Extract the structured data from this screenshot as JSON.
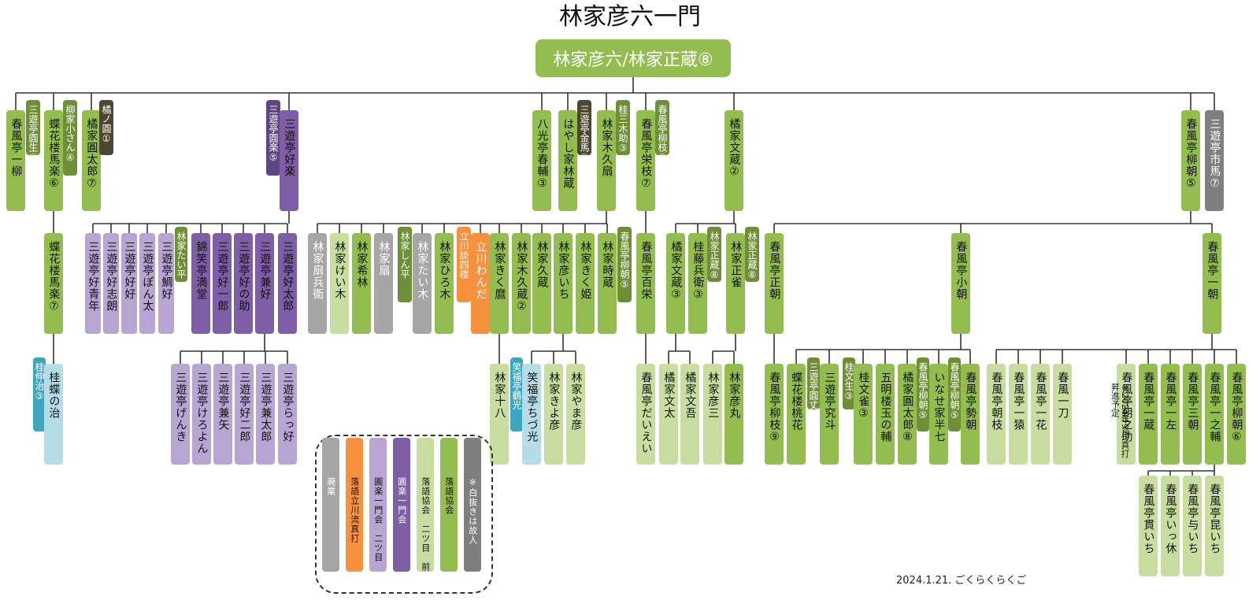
{
  "title": "林家彦六一門",
  "root": "林家彦六/林家正蔵⑧",
  "date": "2024.1.21. ごくらくらくご",
  "note": "※2024年9月 真打昇進予定",
  "colors": {
    "disc": "#a6a6a6",
    "tatekawa": "#f8913e",
    "en1_zenza": "#b9a5d3",
    "en1": "#7e5ea6",
    "rk_zenza": "#c7dea0",
    "rk": "#93bd4f",
    "dead": "#7f7f7f",
    "rk_dead": "#6e8f35",
    "dark_dead": "#4b4730",
    "enraku_dead": "#5d4682",
    "teal": "#3da6bf",
    "teal_light": "#b5dde8",
    "line": "#333333"
  },
  "legend": [
    {
      "label": "廃業",
      "color": "disc"
    },
    {
      "label": "落語立川流真打",
      "color": "tatekawa"
    },
    {
      "label": "圓楽一門会　二ツ目　前座",
      "color": "en1_zenza"
    },
    {
      "label": "圓楽一門会",
      "color": "en1"
    },
    {
      "label": "落語協会　二ツ目　前座",
      "color": "rk_zenza"
    },
    {
      "label": "落語協会",
      "color": "rk"
    },
    {
      "label": "※白抜きは故人",
      "color": "dead"
    }
  ],
  "nodes": [
    {
      "id": "ichiryu",
      "label": "春風亭一柳",
      "color": "rk"
    },
    {
      "id": "enshou",
      "label": "三遊亭圓生⑥",
      "color": "rk_dead",
      "tag": true
    },
    {
      "id": "barakusan",
      "label": "蝶花楼馬楽⑥",
      "color": "rk"
    },
    {
      "id": "kosan",
      "label": "柳家小さん④",
      "color": "rk_dead",
      "tag": true
    },
    {
      "id": "entarou",
      "label": "橘家圓太郎⑦",
      "color": "rk"
    },
    {
      "id": "tachinoen",
      "label": "橘ノ圓①",
      "color": "dark_dead",
      "tag": true
    },
    {
      "id": "enraku5",
      "label": "三遊亭圓楽⑤",
      "color": "enraku_dead",
      "tag": true
    },
    {
      "id": "kouraku",
      "label": "三遊亭好楽",
      "color": "en1"
    },
    {
      "id": "harusuke",
      "label": "八光亭春輔③",
      "color": "rk"
    },
    {
      "id": "rinzou",
      "label": "はやし家林蔵",
      "color": "rk"
    },
    {
      "id": "kinba",
      "label": "三遊亭金馬③",
      "color": "dark_dead",
      "tag": true
    },
    {
      "id": "kikuou",
      "label": "林家木久扇",
      "color": "rk"
    },
    {
      "id": "kisuke",
      "label": "桂三木助③",
      "color": "rk_dead",
      "tag": true
    },
    {
      "id": "eishi",
      "label": "春風亭栄枝⑦",
      "color": "rk"
    },
    {
      "id": "ryuushi8",
      "label": "春風亭柳枝⑧",
      "color": "rk_dead",
      "tag": true
    },
    {
      "id": "bunzou2",
      "label": "橘家文蔵②",
      "color": "rk"
    },
    {
      "id": "ryuuchou",
      "label": "春風亭柳朝⑤",
      "color": "rk"
    },
    {
      "id": "ichiba",
      "label": "三遊亭市馬⑦",
      "color": "dead"
    },
    {
      "id": "baraku7",
      "label": "蝶花楼馬楽⑦",
      "color": "rk"
    },
    {
      "id": "seinen",
      "label": "三遊亭好青年",
      "color": "en1_zenza"
    },
    {
      "id": "shirou",
      "label": "三遊亭好志朗",
      "color": "en1_zenza"
    },
    {
      "id": "koukou",
      "label": "三遊亭好好",
      "color": "en1_zenza"
    },
    {
      "id": "ponta",
      "label": "三遊亭ぽん太",
      "color": "en1_zenza"
    },
    {
      "id": "taikou",
      "label": "三遊亭鯛好",
      "color": "en1_zenza"
    },
    {
      "id": "taihei",
      "label": "林家たい平",
      "color": "rk_dead",
      "tag": true
    },
    {
      "id": "mantou",
      "label": "錦笑亭満堂",
      "color": "en1"
    },
    {
      "id": "ichirou",
      "label": "三遊亭好一郎",
      "color": "en1"
    },
    {
      "id": "konosuke",
      "label": "三遊亭好の助",
      "color": "en1"
    },
    {
      "id": "kenkou",
      "label": "三遊亭兼好",
      "color": "en1"
    },
    {
      "id": "kotarou",
      "label": "三遊亭好太郎",
      "color": "en1"
    },
    {
      "id": "senbee",
      "label": "林家扇兵衛",
      "color": "disc"
    },
    {
      "id": "keiboku",
      "label": "林家けい木",
      "color": "rk_zenza"
    },
    {
      "id": "kirin",
      "label": "林家希林",
      "color": "rk"
    },
    {
      "id": "sen",
      "label": "林家扇",
      "color": "disc"
    },
    {
      "id": "shinpei",
      "label": "林家しん平",
      "color": "rk_dead",
      "tag": true
    },
    {
      "id": "taiboku",
      "label": "林家たい木",
      "color": "disc"
    },
    {
      "id": "hiroki",
      "label": "林家ひろ木",
      "color": "rk"
    },
    {
      "id": "danshirou",
      "label": "立川談四楼",
      "color": "tatekawa",
      "tag": true
    },
    {
      "id": "wanda",
      "label": "立川わんだ",
      "color": "tatekawa"
    },
    {
      "id": "kikuma",
      "label": "林家きく麿",
      "color": "rk"
    },
    {
      "id": "kikuzou2",
      "label": "林家木久蔵②",
      "color": "rk"
    },
    {
      "id": "kyuuzou",
      "label": "林家久蔵",
      "color": "rk"
    },
    {
      "id": "hikoichi",
      "label": "林家彦いち",
      "color": "rk"
    },
    {
      "id": "kikuhime",
      "label": "林家きく姫",
      "color": "rk"
    },
    {
      "id": "tokizou",
      "label": "林家時蔵",
      "color": "rk"
    },
    {
      "id": "ryuuchou5b",
      "label": "春風亭柳朝⑤",
      "color": "rk_dead",
      "tag": true
    },
    {
      "id": "hyakuei",
      "label": "春風亭百栄",
      "color": "rk"
    },
    {
      "id": "bunzou3",
      "label": "橘家文蔵③",
      "color": "rk"
    },
    {
      "id": "hyoue",
      "label": "桂藤兵衛③",
      "color": "rk"
    },
    {
      "id": "shouzou8a",
      "label": "林家正蔵⑧",
      "color": "rk_dead",
      "tag": true
    },
    {
      "id": "shoujaku",
      "label": "林家正雀",
      "color": "rk"
    },
    {
      "id": "shouzou8b",
      "label": "林家正蔵⑧",
      "color": "rk_dead",
      "tag": true
    },
    {
      "id": "shouchou",
      "label": "春風亭正朝",
      "color": "rk"
    },
    {
      "id": "koasa",
      "label": "春風亭小朝",
      "color": "rk"
    },
    {
      "id": "ichiasa",
      "label": "春風亭一朝",
      "color": "rk"
    },
    {
      "id": "nobuji",
      "label": "桂伸治③",
      "color": "teal",
      "tag": true
    },
    {
      "id": "chouji",
      "label": "桂蝶の治",
      "color": "teal_light"
    },
    {
      "id": "genki",
      "label": "三遊亭げんき",
      "color": "en1_zenza"
    },
    {
      "id": "keroyon",
      "label": "三遊亭けろよん",
      "color": "en1_zenza"
    },
    {
      "id": "kenya",
      "label": "三遊亭兼矢",
      "color": "en1_zenza"
    },
    {
      "id": "kojirou",
      "label": "三遊亭好二郎",
      "color": "en1_zenza"
    },
    {
      "id": "kentarou",
      "label": "三遊亭兼太郎",
      "color": "en1_zenza"
    },
    {
      "id": "rakkou",
      "label": "三遊亭らっ好",
      "color": "en1_zenza"
    },
    {
      "id": "juuhachi",
      "label": "林家十八",
      "color": "rk_zenza"
    },
    {
      "id": "kakukou",
      "label": "笑福亭鶴光",
      "color": "teal",
      "tag": true
    },
    {
      "id": "chiruko",
      "label": "笑福亭ちづ光",
      "color": "teal_light"
    },
    {
      "id": "kiyohiko",
      "label": "林家きよ彦",
      "color": "rk_zenza"
    },
    {
      "id": "yamahiko",
      "label": "林家やま彦",
      "color": "rk_zenza"
    },
    {
      "id": "daiei",
      "label": "春風亭だいえい",
      "color": "rk_zenza"
    },
    {
      "id": "bunta",
      "label": "橘家文太",
      "color": "rk_zenza"
    },
    {
      "id": "bungo",
      "label": "橘家文吾",
      "color": "rk_zenza"
    },
    {
      "id": "hikozou",
      "label": "林家彦三",
      "color": "rk_zenza"
    },
    {
      "id": "hikomaru",
      "label": "林家彦丸",
      "color": "rk"
    },
    {
      "id": "ryuushi9",
      "label": "春風亭柳枝⑨",
      "color": "rk"
    },
    {
      "id": "momohana",
      "label": "蝶花楼桃花",
      "color": "rk"
    },
    {
      "id": "enjou",
      "label": "三遊亭圓丈",
      "color": "rk_dead",
      "tag": true
    },
    {
      "id": "kyuuto",
      "label": "三遊亭究斗",
      "color": "rk"
    },
    {
      "id": "bunshou3",
      "label": "桂文生③",
      "color": "rk_dead",
      "tag": true
    },
    {
      "id": "bunjaku3",
      "label": "桂文雀③",
      "color": "rk"
    },
    {
      "id": "gyokunosuke",
      "label": "五明楼玉の輔",
      "color": "rk"
    },
    {
      "id": "entarou8",
      "label": "橘家圓太郎⑧",
      "color": "rk"
    },
    {
      "id": "ryuuchou5c",
      "label": "春風亭柳朝⑤",
      "color": "rk_dead",
      "tag": true
    },
    {
      "id": "hanshichi",
      "label": "いなせ家半七",
      "color": "rk"
    },
    {
      "id": "ryuuchou5d",
      "label": "春風亭柳朝⑤",
      "color": "rk_dead",
      "tag": true
    },
    {
      "id": "seichou",
      "label": "春風亭勢朝",
      "color": "rk"
    },
    {
      "id": "choushi",
      "label": "春風亭朝枝",
      "color": "rk_zenza"
    },
    {
      "id": "ichien",
      "label": "春風亭一猿",
      "color": "rk_zenza"
    },
    {
      "id": "ikka",
      "label": "春風亭一花",
      "color": "rk_zenza"
    },
    {
      "id": "ittou",
      "label": "春風一刀",
      "color": "rk_zenza"
    },
    {
      "id": "asanosuke",
      "label": "春風亭朝之助",
      "color": "rk_zenza"
    },
    {
      "id": "ichizou",
      "label": "春風亭一蔵",
      "color": "rk"
    },
    {
      "id": "ichisa",
      "label": "春風亭一左",
      "color": "rk"
    },
    {
      "id": "sanchou",
      "label": "春風亭三朝",
      "color": "rk"
    },
    {
      "id": "ichinosuke",
      "label": "春風亭一之輔",
      "color": "rk"
    },
    {
      "id": "ryuuchou6",
      "label": "春風亭柳朝⑥",
      "color": "rk"
    },
    {
      "id": "kaniichi",
      "label": "春風亭貫いち",
      "color": "rk_zenza"
    },
    {
      "id": "ikkyuu",
      "label": "春風亭いっ休",
      "color": "rk_zenza"
    },
    {
      "id": "yoichi",
      "label": "春風亭与いち",
      "color": "rk_zenza"
    },
    {
      "id": "biwaichi",
      "label": "春風亭昆いち",
      "color": "rk_zenza"
    }
  ]
}
